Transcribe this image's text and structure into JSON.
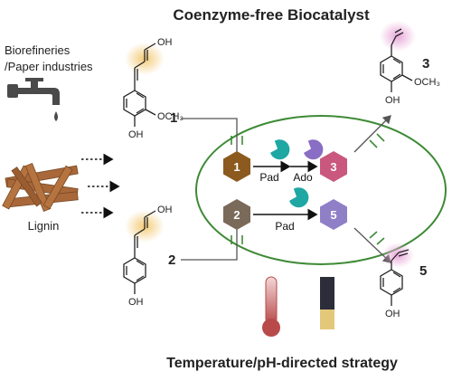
{
  "title": "Coenzyme-free Biocatalyst",
  "footer_title": "Temperature/pH-directed strategy",
  "source_label_line1": "Biorefineries",
  "source_label_line2": "/Paper industries",
  "lignin_label": "Lignin",
  "compound_1": {
    "number": "1",
    "top_label": "OH",
    "bottom_label": "OH",
    "methoxy_label": "OCH₃"
  },
  "compound_2": {
    "number": "2",
    "top_label": "OH",
    "bottom_label": "OH"
  },
  "product_3": {
    "number": "3",
    "bottom_label": "OH",
    "methoxy_label": "OCH₃"
  },
  "product_5": {
    "number": "5",
    "bottom_label": "OH"
  },
  "cell": {
    "node_1": "1",
    "node_2": "2",
    "node_3": "3",
    "node_5": "5",
    "enzyme_pad_label_top": "Pad",
    "enzyme_ado_label": "Ado",
    "enzyme_pad_label_bottom": "Pad"
  },
  "colors": {
    "green_membrane": "#3e8a36",
    "hex_1": "#8c5a1e",
    "hex_2": "#7a6a5a",
    "hex_3": "#c9577e",
    "hex_5": "#8f7fc7",
    "pad_enzyme": "#1fa7a3",
    "ado_enzyme": "#8a6dc4",
    "wood": "#a8683a",
    "glow_yellow": "#f2c870",
    "glow_pink": "#e7a3d6"
  }
}
